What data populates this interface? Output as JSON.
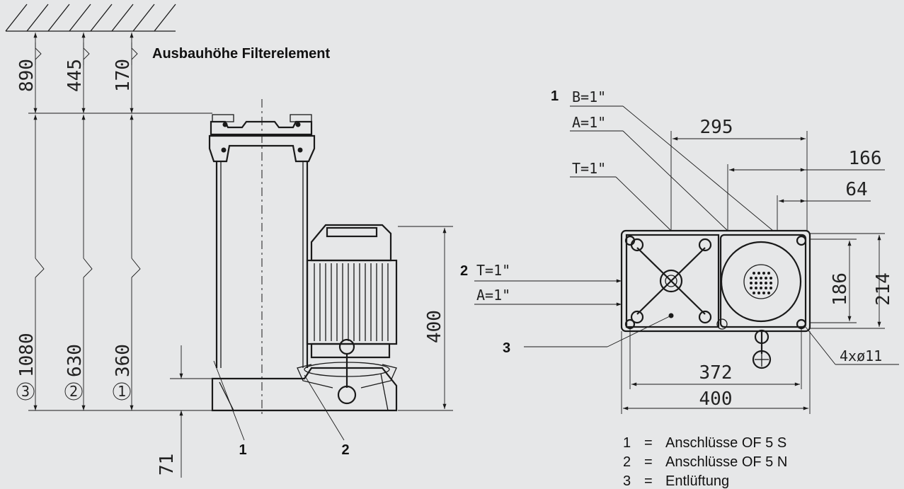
{
  "title": "Ausbauhöhe Filterelement",
  "side_view": {
    "heights_top": [
      "890",
      "445",
      "170"
    ],
    "heights_total": [
      "1080",
      "630",
      "360"
    ],
    "height_markers": [
      "3",
      "2",
      "1"
    ],
    "motor_height": "400",
    "base_height": "71",
    "callouts": [
      "1",
      "2"
    ]
  },
  "top_view": {
    "callouts": [
      "1",
      "2",
      "3"
    ],
    "ports": {
      "b_top": "B=1\"",
      "a_top": "A=1\"",
      "t_top": "T=1\"",
      "t_side": "T=1\"",
      "a_side": "A=1\""
    },
    "dims": {
      "d295": "295",
      "d166": "166",
      "d64": "64",
      "d186": "186",
      "d214": "214",
      "d372": "372",
      "d400": "400",
      "holes": "4xø11"
    }
  },
  "legend": [
    {
      "num": "1",
      "eq": "=",
      "text": "Anschlüsse OF 5 S"
    },
    {
      "num": "2",
      "eq": "=",
      "text": "Anschlüsse OF 5 N"
    },
    {
      "num": "3",
      "eq": "=",
      "text": "Entlüftung"
    }
  ]
}
